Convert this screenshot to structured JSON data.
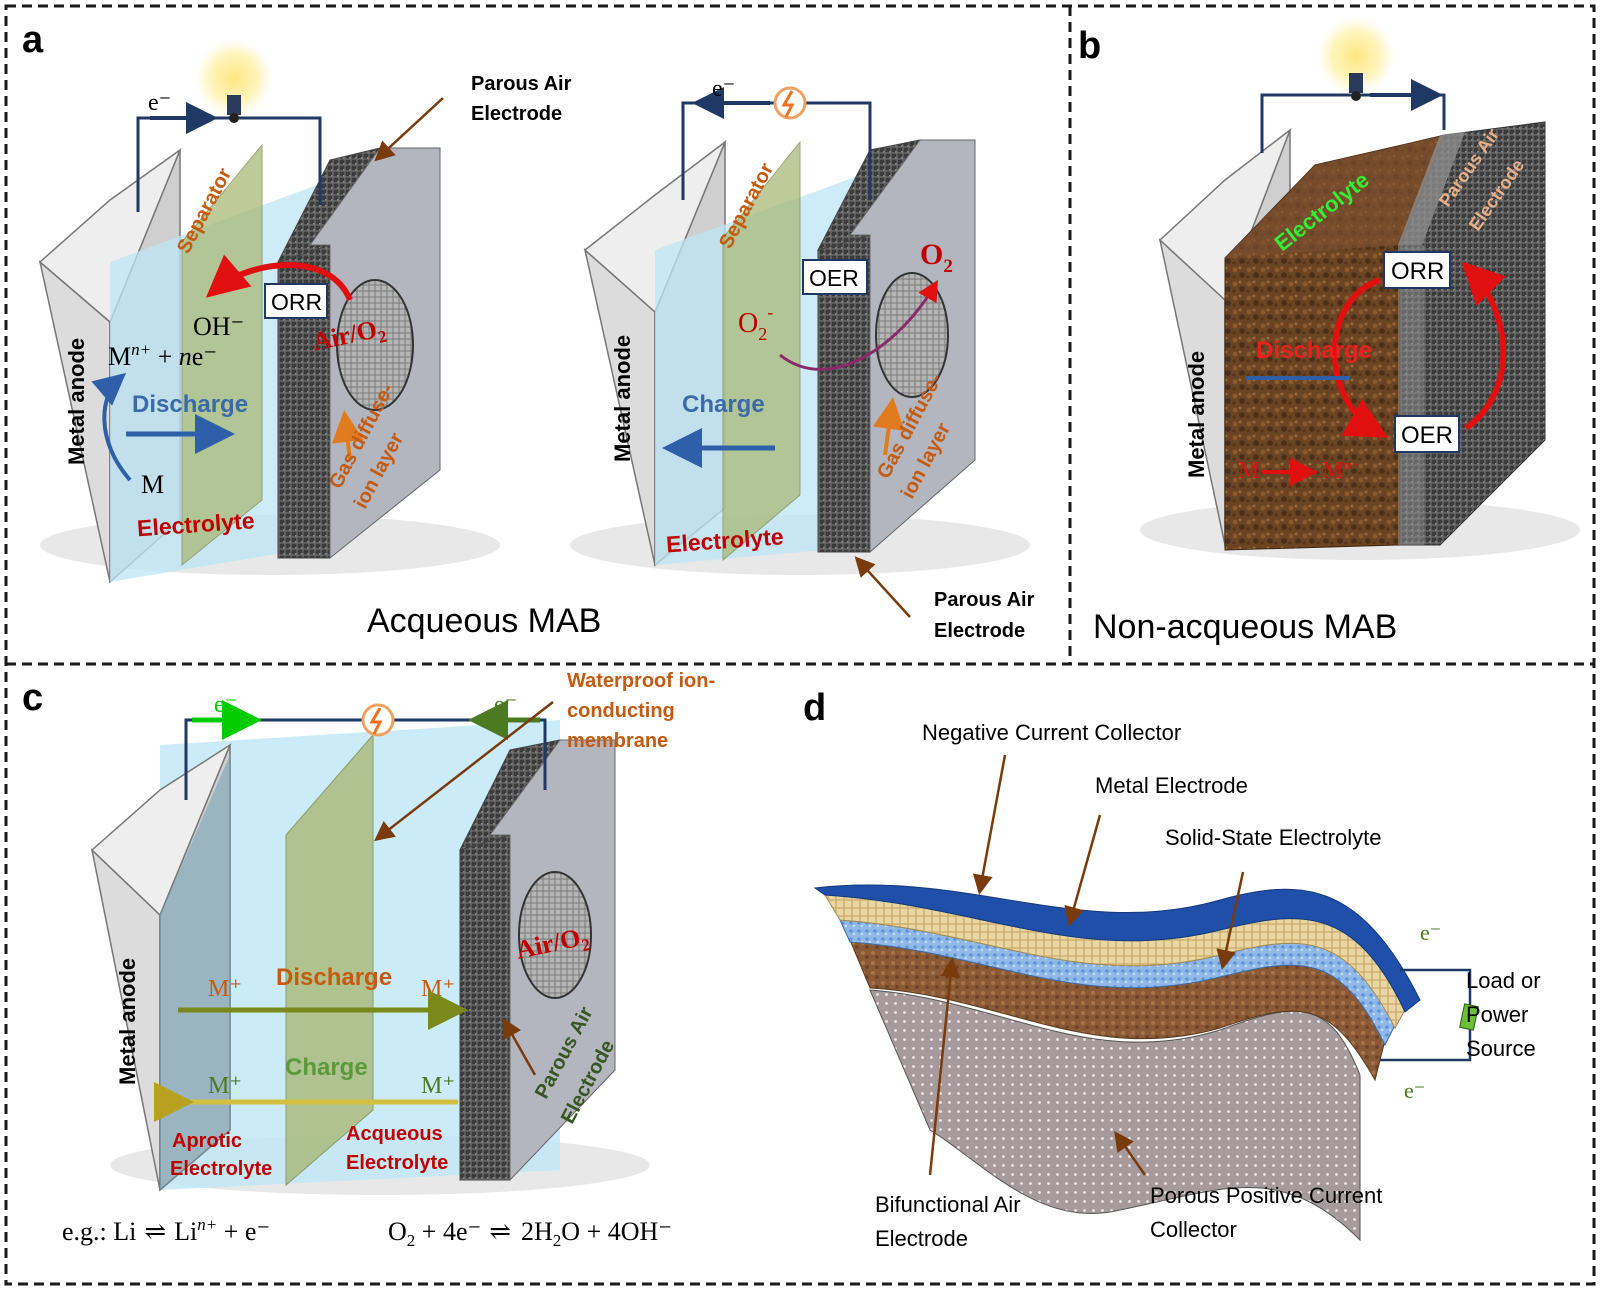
{
  "colors": {
    "border": "#1a1a1a",
    "wire": "#1f3864",
    "red_label": "#c00000",
    "orange_label": "#c55a11",
    "green_label": "#00cc00",
    "dark_green_label": "#375623",
    "electrolyte_blue": "#bde6f5",
    "separator_green": "#a9b977",
    "arrow_blue": "#2e5fa8",
    "arrow_red": "#e01010",
    "collector_blue": "#1f4fa8"
  },
  "panel_a": {
    "letter": "a",
    "title": "Acqueous MAB",
    "air_electrode_top": [
      "Parous  Air",
      "Electrode"
    ],
    "air_electrode_bottom": [
      "Parous Air",
      "Electrode"
    ],
    "left_cell": {
      "electron": "e⁻",
      "metal_anode": "Metal anode",
      "separator": "Separator",
      "orr": "ORR",
      "oh": "OH⁻",
      "m_ion_base": "M",
      "m_ion_sup": "n+",
      "m_ion_rest": " + ",
      "m_ion_n": "n",
      "m_ion_e": "e⁻",
      "air_o2_base": "Air/O",
      "air_o2_sub": "2",
      "process": "Discharge",
      "metal": "M",
      "electrolyte": "Electrolyte",
      "gas_layer": [
        "Gas diffuse-",
        "ion layer"
      ]
    },
    "right_cell": {
      "electron": "e⁻",
      "metal_anode": "Metal anode",
      "separator": "Separator",
      "oer": "OER",
      "o2_base": "O",
      "o2_sub": "2",
      "superoxide_base": "O",
      "superoxide_sub": "2",
      "superoxide_sup": "-",
      "process": "Charge",
      "electrolyte": "Electrolyte",
      "gas_layer": [
        "Gas diffuse-",
        "ion layer"
      ]
    }
  },
  "panel_b": {
    "letter": "b",
    "title": "Non-acqueous MAB",
    "electrolyte": "Electrolyte",
    "air_electrode": [
      "Parous Air",
      "Electrode"
    ],
    "orr": "ORR",
    "oer": "OER",
    "process": "Discharge",
    "metal_anode": "Metal anode",
    "m_left": "M",
    "m_right_base": "M",
    "m_right_sup": "n+"
  },
  "panel_c": {
    "letter": "c",
    "electron_left": "e⁻",
    "electron_right": "e⁻",
    "membrane": [
      "Waterproof ion-",
      "conducting",
      "membrane"
    ],
    "metal_anode": "Metal  anode",
    "air_o2_base": "Air/O",
    "air_o2_sub": "2",
    "discharge": "Discharge",
    "charge": "Charge",
    "m_plus": "M⁺",
    "air_electrode": [
      "Parous Air",
      "Electrode"
    ],
    "aprotic": [
      "Aprotic",
      "Electrolyte"
    ],
    "acqueous": [
      "Acqueous",
      "Electrolyte"
    ],
    "eq_prefix": "e.g.:  Li",
    "eq_li_ion_base": "Li",
    "eq_li_ion_sup": "n+",
    "eq_li_rest": " + e⁻",
    "eq2_left_a": "O",
    "eq2_left_sub": "2",
    "eq2_left_b": " + 4e⁻",
    "eq2_right_a": "2H",
    "eq2_right_sub": "2",
    "eq2_right_b": "O + 4OH⁻",
    "eq_arrow": "⇌"
  },
  "panel_d": {
    "letter": "d",
    "negative_collector": "Negative Current Collector",
    "metal_electrode": "Metal Electrode",
    "solid_electrolyte": "Solid-State Electrolyte",
    "load": [
      "Load or",
      "Power",
      "Source"
    ],
    "electron_top": "e⁻",
    "electron_bottom": "e⁻",
    "bifunctional": [
      "Bifunctional Air",
      "Electrode"
    ],
    "porous_collector": [
      "Porous Positive Current",
      "Collector"
    ]
  }
}
